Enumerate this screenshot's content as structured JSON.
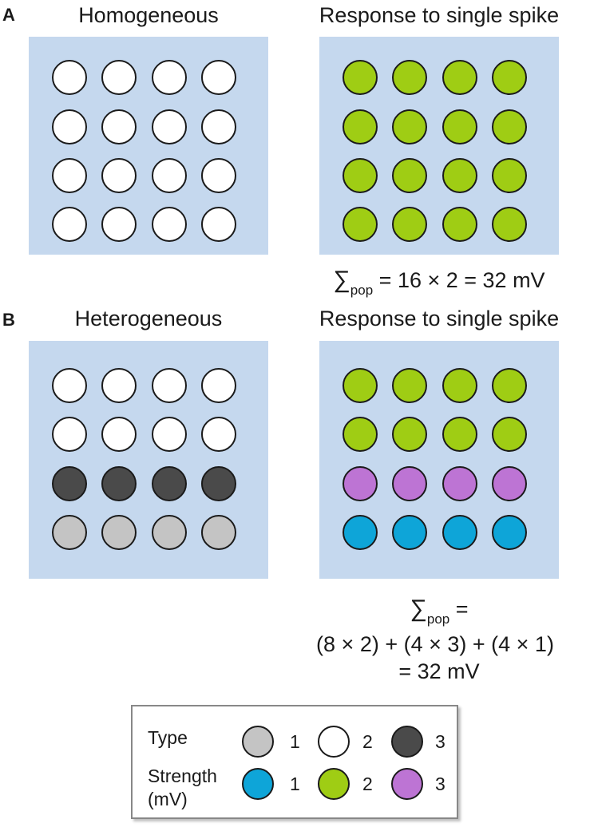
{
  "panel_a": {
    "letter": "A",
    "left_title": "Homogeneous",
    "right_title": "Response to single spike",
    "left_rows": [
      "white",
      "white",
      "white",
      "white"
    ],
    "right_rows": [
      "green",
      "green",
      "green",
      "green"
    ],
    "formula_sigma": "∑",
    "formula_sub": "pop",
    "formula_rest": " = 16 × 2 = 32 mV"
  },
  "panel_b": {
    "letter": "B",
    "left_title": "Heterogeneous",
    "right_title": "Response to single spike",
    "left_rows": [
      "white",
      "white",
      "dark",
      "gray"
    ],
    "right_rows": [
      "green",
      "green",
      "purple",
      "blue"
    ],
    "formula_sigma": "∑",
    "formula_sub": "pop",
    "formula_eq": " =",
    "formula_line2": "(8 × 2) + (4 × 3) + (4 × 1)",
    "formula_line3": "= 32 mV"
  },
  "colors": {
    "white": "#ffffff",
    "gray": "#c4c4c4",
    "dark": "#4a4a4a",
    "green": "#9fcd14",
    "purple": "#bd74d4",
    "blue": "#0ea5d8",
    "box": "#c5d8ee"
  },
  "legend": {
    "type_label": "Type",
    "type_items": [
      {
        "color": "gray",
        "label": "1"
      },
      {
        "color": "white",
        "label": "2"
      },
      {
        "color": "dark",
        "label": "3"
      }
    ],
    "strength_label_1": "Strength",
    "strength_label_2": "(mV)",
    "strength_items": [
      {
        "color": "blue",
        "label": "1"
      },
      {
        "color": "green",
        "label": "2"
      },
      {
        "color": "purple",
        "label": "3"
      }
    ]
  }
}
